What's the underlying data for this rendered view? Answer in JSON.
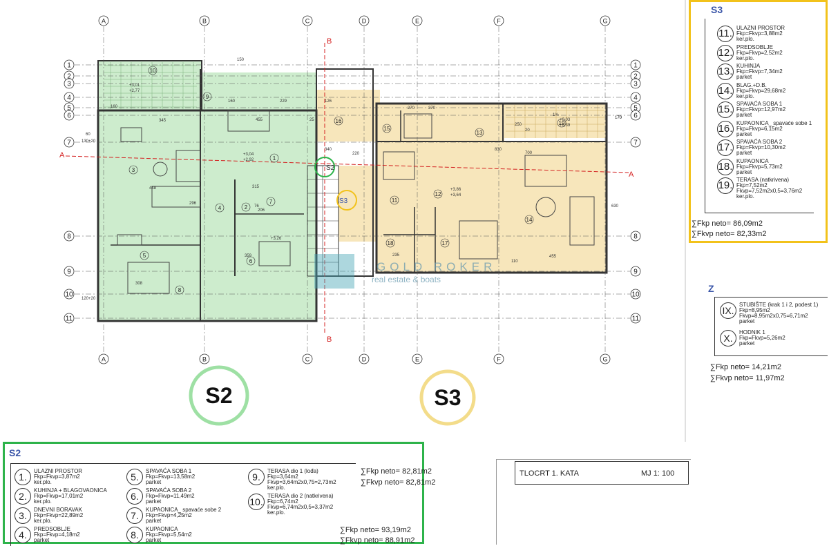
{
  "axes": {
    "columns": [
      "A",
      "B",
      "C",
      "D",
      "E",
      "F",
      "G"
    ],
    "rows": [
      "1",
      "2",
      "3",
      "4",
      "5",
      "6",
      "7",
      "8",
      "9",
      "10",
      "11"
    ]
  },
  "section_marks": {
    "A": "A",
    "B": "B"
  },
  "dimensions": {
    "top": [
      "150",
      "160",
      "126",
      "270",
      "229",
      "455",
      "25",
      "340",
      "370",
      "170",
      "220",
      "250",
      "20",
      "1%"
    ],
    "inner": [
      "345",
      "448",
      "296",
      "315",
      "76",
      "206",
      "359",
      "235",
      "308",
      "700",
      "830",
      "630",
      "110",
      "455",
      "170",
      "160",
      "60",
      "130+20",
      "120+20"
    ],
    "levels": [
      "+3,01",
      "+2,77",
      "+3,04",
      "+2,92",
      "+3,86",
      "+3,64",
      "+0,03",
      "+0,39",
      "+3,26"
    ]
  },
  "plan_rooms": {
    "s2": [
      "10",
      "1",
      "2",
      "3",
      "4",
      "5",
      "6",
      "7",
      "8",
      "9"
    ],
    "s3": [
      "16",
      "15",
      "13",
      "19",
      "12",
      "11",
      "14",
      "17",
      "18"
    ]
  },
  "plan_marks": {
    "s2_marker": "S2",
    "s3_marker": "S3"
  },
  "big_labels": {
    "s2": "S2",
    "s3": "S3"
  },
  "watermark": {
    "line1": "GOLD ROKER",
    "line2": "real estate & boats"
  },
  "s3_legend": {
    "title": "S3",
    "items": [
      {
        "n": "11.",
        "name": "ULAZNI PROSTOR",
        "area": "Fkp=Fkvp=3,88m2",
        "floor": "ker.plo."
      },
      {
        "n": "12.",
        "name": "PREDSOBLJE",
        "area": "Fkp=Fkvp=2,52m2",
        "floor": "ker.plo."
      },
      {
        "n": "13.",
        "name": "KUHINJA",
        "area": "Fkp=Fkvp=7,34m2",
        "floor": "parket"
      },
      {
        "n": "14.",
        "name": "BLAG.+D.B.",
        "area": "Fkp=Fkvp=29,68m2",
        "floor": "ker.plo."
      },
      {
        "n": "15.",
        "name": "SPAVAĆA SOBA 1",
        "area": "Fkp=Fkvp=12,97m2",
        "floor": "parket"
      },
      {
        "n": "16.",
        "name": "KUPAONICA_ spavaće sobe 1",
        "area": "Fkp=Fkvp=6,15m2",
        "floor": "parket"
      },
      {
        "n": "17.",
        "name": "SPAVAĆA SOBA 2",
        "area": "Fkp=Fkvp=10,30m2",
        "floor": "parket"
      },
      {
        "n": "18.",
        "name": "KUPAONICA",
        "area": "Fkp=Fkvp=5,73m2",
        "floor": "parket"
      },
      {
        "n": "19.",
        "name": "TERASA (natkrivena)",
        "area": "Fkp=7,52m2",
        "area2": "Fkvp=7,52m2x0,5=3,76m2",
        "floor": "ker.plo."
      }
    ],
    "total_neto": "∑Fkp neto= 86,09m2",
    "total_kvp": "∑Fkvp neto= 82,33m2"
  },
  "z_legend": {
    "title": "Z",
    "items": [
      {
        "n": "IX.",
        "name": "STUBIŠTE (krak 1 i 2, podest 1)",
        "area": "Fkp=8,95m2",
        "area2": "Fkvp=8,95m2x0,75=6,71m2",
        "floor": "parket"
      },
      {
        "n": "X.",
        "name": "HODNIK 1",
        "area": "Fkp=Fkvp=5,26m2",
        "floor": "parket"
      }
    ],
    "total_neto": "∑Fkp neto= 14,21m2",
    "total_kvp": "∑Fkvp neto= 11,97m2"
  },
  "s2_legend": {
    "title": "S2",
    "items": [
      {
        "n": "1.",
        "name": "ULAZNI PROSTOR",
        "area": "Fkp=Fkvp=3,87m2",
        "floor": "ker.plo."
      },
      {
        "n": "2.",
        "name": "KUHINJA + BLAGOVAONICA",
        "area": "Fkp=Fkvp=17,01m2",
        "floor": "ker.plo."
      },
      {
        "n": "3.",
        "name": "DNEVNI BORAVAK",
        "area": "Fkp=Fkvp=22,89m2",
        "floor": "ker.plo."
      },
      {
        "n": "4.",
        "name": "PREDSOBLJE",
        "area": "Fkp=Fkvp=4,18m2",
        "floor": "parket"
      },
      {
        "n": "5.",
        "name": "SPAVAĆA SOBA 1",
        "area": "Fkp=Fkvp=13,58m2",
        "floor": "parket"
      },
      {
        "n": "6.",
        "name": "SPAVAĆA SOBA 2",
        "area": "Fkp=Fkvp=11,49m2",
        "floor": "parket"
      },
      {
        "n": "7.",
        "name": "KUPAONICA_ spavaće sobe 2",
        "area": "Fkp=Fkvp=4,25m2",
        "floor": "parket"
      },
      {
        "n": "8.",
        "name": "KUPAONICA",
        "area": "Fkp=Fkvp=5,54m2",
        "floor": "parket"
      },
      {
        "n": "9.",
        "name": "TERASA dio 1 (lođa)",
        "area": "Fkp=3,64m2",
        "area2": "Fkvp=3,64m2x0,75=2,73m2",
        "floor": "ker.plo."
      },
      {
        "n": "10.",
        "name": "TERASA dio 2 (natkrivena)",
        "area": "Fkp=6,74m2",
        "area2": "Fkvp=6,74m2x0,5=3,37m2",
        "floor": "ker.plo."
      }
    ],
    "sub_neto": "∑Fkp neto= 82,81m2",
    "sub_kvp": "∑Fkvp neto= 82,81m2",
    "total_neto": "∑Fkp neto= 93,19m2",
    "total_kvp": "∑Fkvp neto= 88,91m2"
  },
  "title_block": {
    "title": "TLOCRT 1. KATA",
    "scale": "MJ 1: 100"
  },
  "colors": {
    "s2_fill": "#cdeccd",
    "s3_fill": "#f7e6bb",
    "s2_frame": "#2db34a",
    "s3_frame": "#f2c21b",
    "s2_circle": "#9ee0a4",
    "s3_circle": "#f3dc8a",
    "title_blue": "#3a55a8",
    "section_red": "#d42020"
  }
}
